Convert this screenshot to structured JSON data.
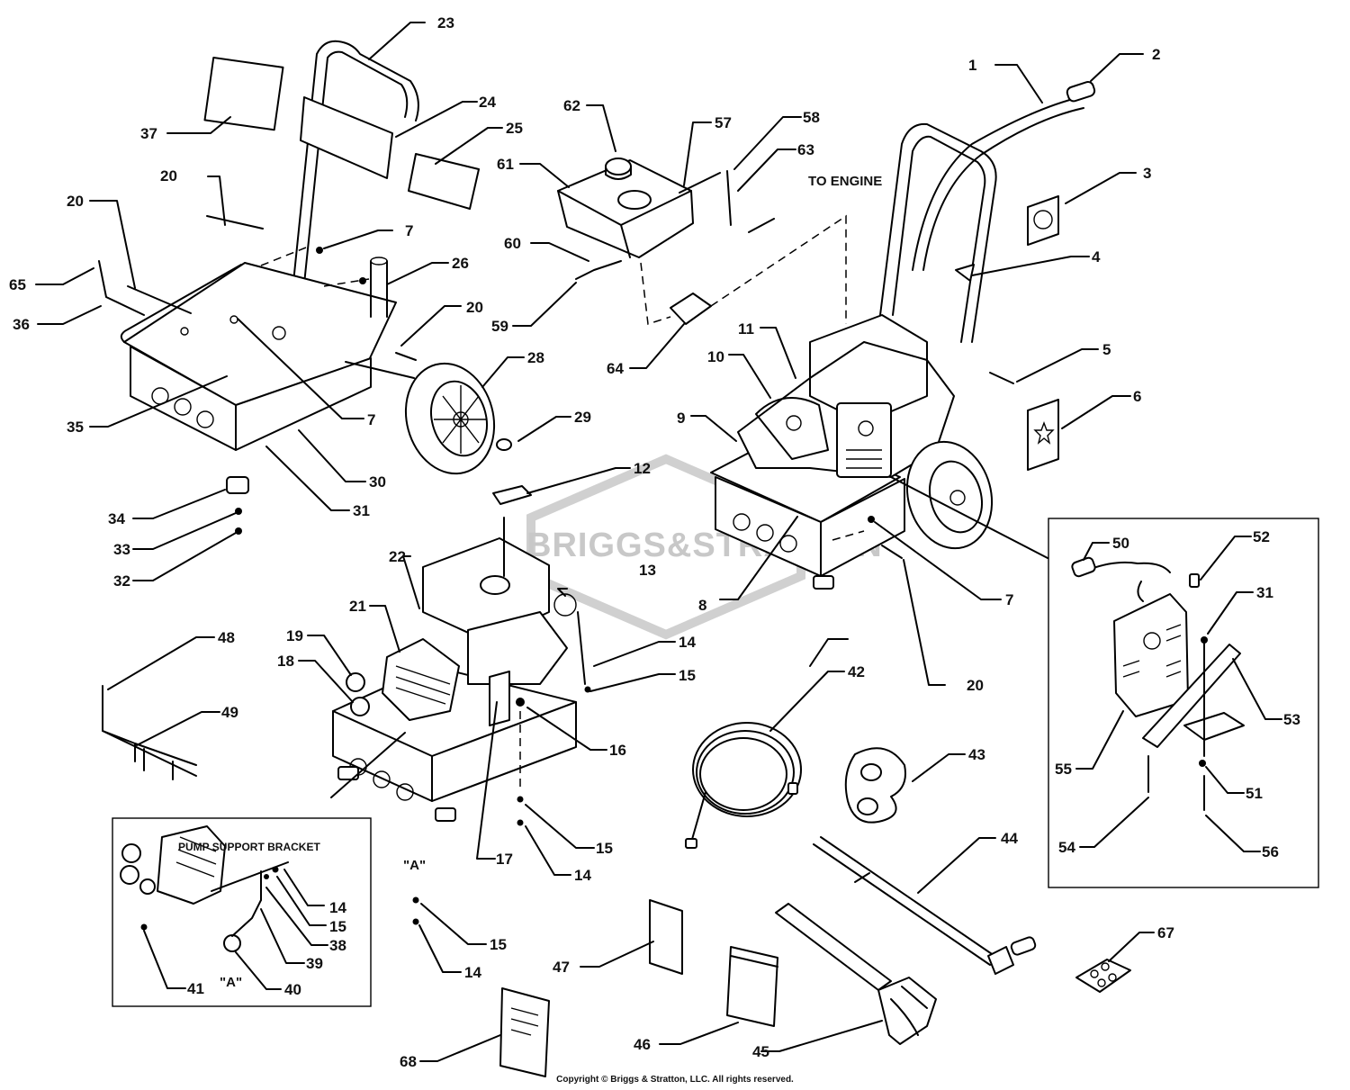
{
  "copyright": "Copyright © Briggs & Stratton, LLC. All rights reserved.",
  "watermark": "BRIGGS&STRATTON",
  "annotations": {
    "to_engine": "TO ENGINE",
    "pump_support_bracket": "PUMP SUPPORT BRACKET",
    "view_a": "\"A\"",
    "view_a_inset": "\"A\""
  },
  "callouts": [
    {
      "label": "1"
    },
    {
      "label": "2"
    },
    {
      "label": "3"
    },
    {
      "label": "4"
    },
    {
      "label": "5"
    },
    {
      "label": "6"
    },
    {
      "label": "7"
    },
    {
      "label": "7"
    },
    {
      "label": "7"
    },
    {
      "label": "7"
    },
    {
      "label": "8"
    },
    {
      "label": "9"
    },
    {
      "label": "10"
    },
    {
      "label": "11"
    },
    {
      "label": "12"
    },
    {
      "label": "13"
    },
    {
      "label": "14"
    },
    {
      "label": "14"
    },
    {
      "label": "14"
    },
    {
      "label": "14"
    },
    {
      "label": "15"
    },
    {
      "label": "15"
    },
    {
      "label": "15"
    },
    {
      "label": "15"
    },
    {
      "label": "16"
    },
    {
      "label": "17"
    },
    {
      "label": "18"
    },
    {
      "label": "19"
    },
    {
      "label": "20"
    },
    {
      "label": "20"
    },
    {
      "label": "20"
    },
    {
      "label": "20"
    },
    {
      "label": "21"
    },
    {
      "label": "22"
    },
    {
      "label": "23"
    },
    {
      "label": "24"
    },
    {
      "label": "25"
    },
    {
      "label": "26"
    },
    {
      "label": "28"
    },
    {
      "label": "29"
    },
    {
      "label": "30"
    },
    {
      "label": "31"
    },
    {
      "label": "31"
    },
    {
      "label": "32"
    },
    {
      "label": "33"
    },
    {
      "label": "34"
    },
    {
      "label": "35"
    },
    {
      "label": "36"
    },
    {
      "label": "37"
    },
    {
      "label": "38"
    },
    {
      "label": "39"
    },
    {
      "label": "40"
    },
    {
      "label": "41"
    },
    {
      "label": "42"
    },
    {
      "label": "43"
    },
    {
      "label": "44"
    },
    {
      "label": "45"
    },
    {
      "label": "46"
    },
    {
      "label": "47"
    },
    {
      "label": "48"
    },
    {
      "label": "49"
    },
    {
      "label": "50"
    },
    {
      "label": "51"
    },
    {
      "label": "52"
    },
    {
      "label": "53"
    },
    {
      "label": "54"
    },
    {
      "label": "55"
    },
    {
      "label": "56"
    },
    {
      "label": "57"
    },
    {
      "label": "58"
    },
    {
      "label": "59"
    },
    {
      "label": "60"
    },
    {
      "label": "61"
    },
    {
      "label": "62"
    },
    {
      "label": "63"
    },
    {
      "label": "64"
    },
    {
      "label": "65"
    },
    {
      "label": "67"
    },
    {
      "label": "68"
    }
  ]
}
